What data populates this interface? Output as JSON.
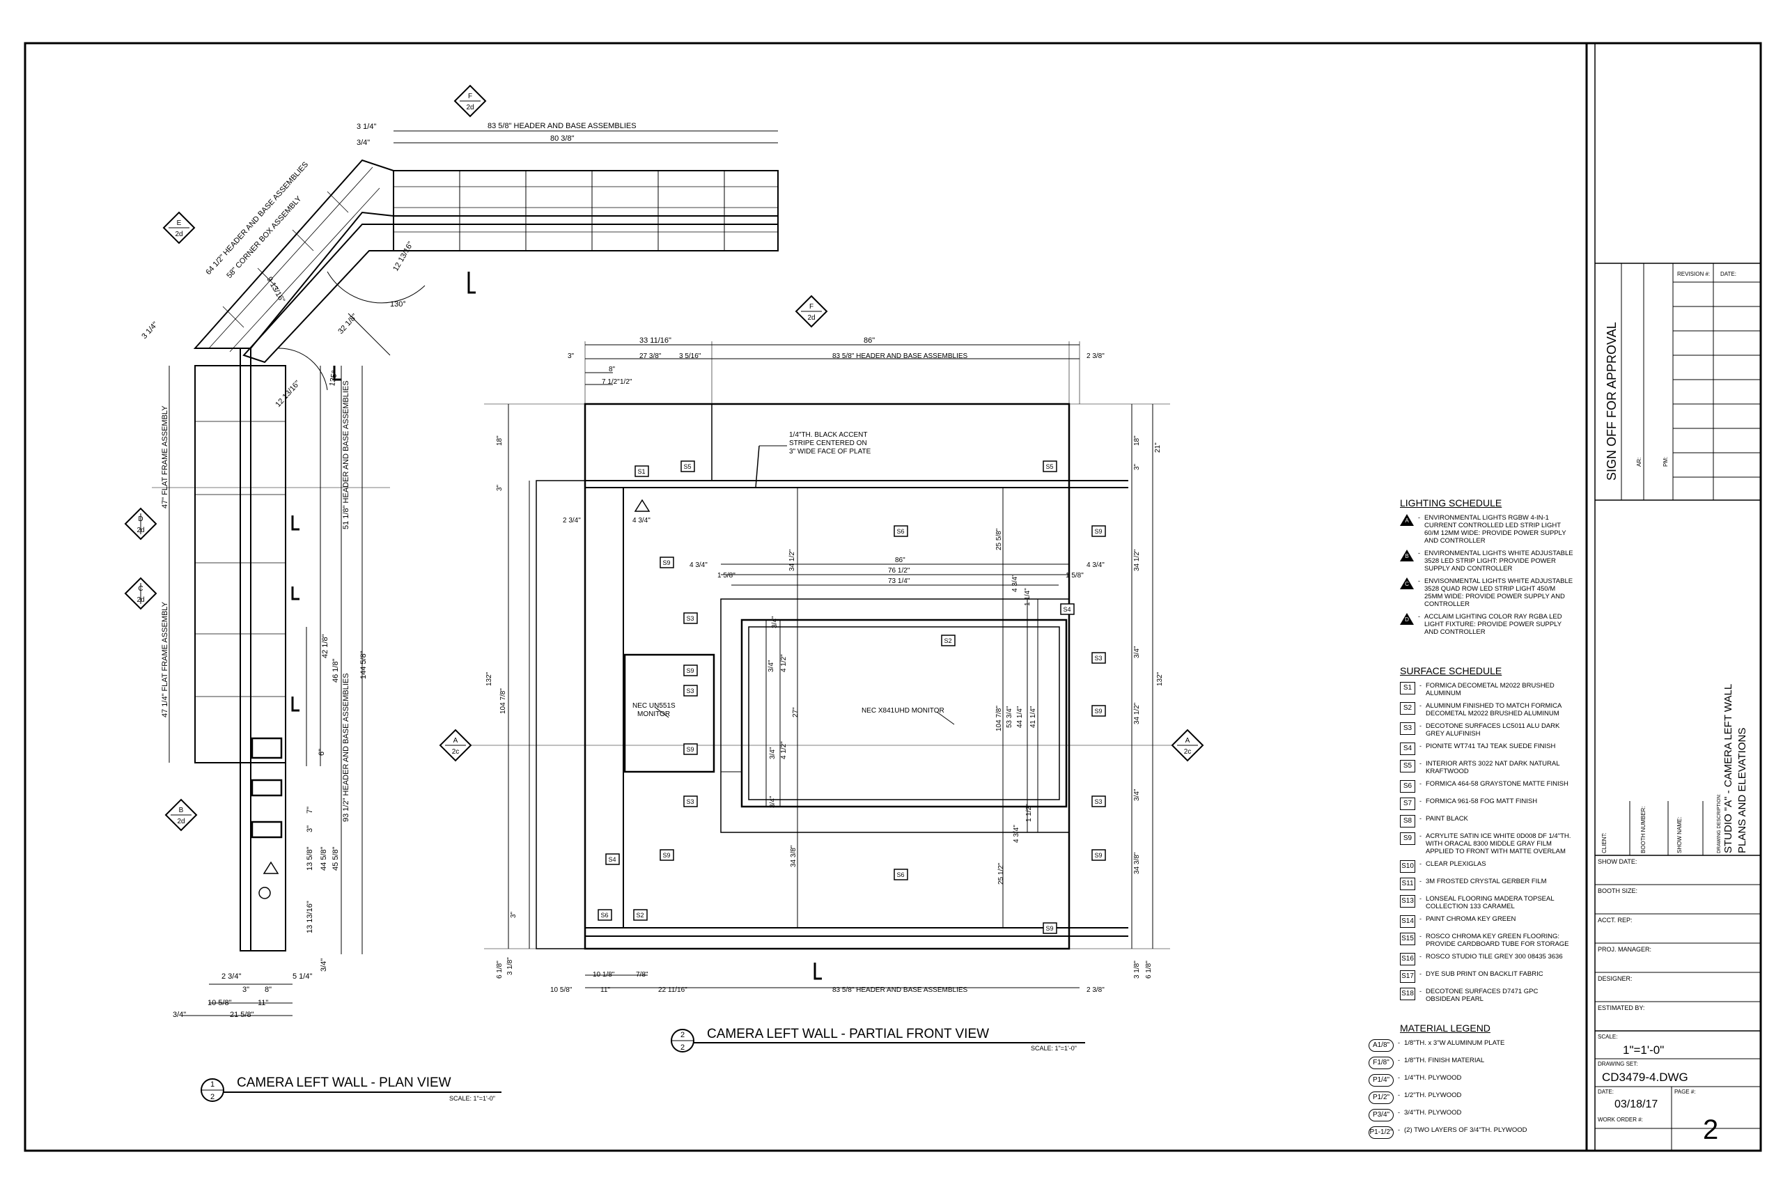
{
  "plan_view": {
    "number": "1",
    "sheet": "2",
    "title": "CAMERA LEFT WALL - PLAN VIEW",
    "scale": "SCALE: 1\"=1'-0\"",
    "section_markers": [
      {
        "letter": "F",
        "sheet": "2d"
      },
      {
        "letter": "E",
        "sheet": "2d"
      },
      {
        "letter": "D",
        "sheet": "2d"
      },
      {
        "letter": "C",
        "sheet": "2d"
      },
      {
        "letter": "B",
        "sheet": "2d"
      }
    ],
    "dimensions": {
      "top1": "83 5/8\" HEADER AND BASE ASSEMBLIES",
      "top2": "80 3/8\"",
      "d_314_a": "3 1/4\"",
      "d_34_a": "3/4\"",
      "diag1": "64 1/2\" HEADER AND BASE ASSEMBLIES",
      "diag2": "58\" CORNER BOX ASSEMBLY",
      "d_314_b": "3 1/4\"",
      "a1": "12 13/16\"",
      "a2": "130°",
      "a3": "9 13/16\"",
      "a4": "32 1/8\"",
      "a5": "12 13/16\"",
      "a6": "135°",
      "left1": "47\" FLAT FRAME ASSEMBLY",
      "left2": "47 1/4\" FLAT FRAME ASSEMBLY",
      "right1": "51 1/8\" HEADER AND BASE ASSEMBLIES",
      "right2": "93 1/2\" HEADER AND BASE ASSEMBLIES",
      "r_421": "42 1/8\"",
      "r_461": "46 1/8\"",
      "r_1445": "144 5/8\"",
      "r_6": "6\"",
      "r_7": "7\"",
      "r_3": "3\"",
      "r_1358": "13 5/8\"",
      "r_4458": "44 5/8\"",
      "r_4558": "45 5/8\"",
      "r_131316": "13 13/16\"",
      "r_34": "3/4\"",
      "b_234": "2 3/4\"",
      "b_514": "5 1/4\"",
      "b_3": "3\"",
      "b_8": "8\"",
      "b_1058": "10 5/8\"",
      "b_11": "11\"",
      "b_34": "3/4\"",
      "b_2158": "21 5/8\""
    }
  },
  "front_view": {
    "number": "2",
    "sheet": "2",
    "title": "CAMERA LEFT WALL - PARTIAL FRONT VIEW",
    "scale": "SCALE: 1\"=1'-0\"",
    "marker_top": {
      "letter": "F",
      "sheet": "2d"
    },
    "marker_left": {
      "letter": "A",
      "sheet": "2c"
    },
    "marker_right": {
      "letter": "A",
      "sheet": "2c"
    },
    "note_accent": [
      "1/4\"TH. BLACK ACCENT",
      "STRIPE CENTERED ON",
      "3\" WIDE FACE OF PLATE"
    ],
    "monitor_small": [
      "NEC UN551S",
      "MONITOR"
    ],
    "monitor_large": "NEC X841UHD MONITOR",
    "dimensions": {
      "t_3311": "33 11/16\"",
      "t_86": "86\"",
      "t_3": "3\"",
      "t_2738": "27 3/8\"",
      "t_3516": "3 5/16\"",
      "t_header": "83 5/8\" HEADER AND BASE ASSEMBLIES",
      "t_238": "2 3/8\"",
      "t_8": "8\"",
      "t_712": "7 1/2\"",
      "t_12": "1/2\"",
      "l_18": "18\"",
      "l_3": "3\"",
      "l_234": "2 3/4\"",
      "l_434": "4 3/4\"",
      "l_132": "132\"",
      "l_10478": "104 7/8\"",
      "l_3b": "3\"",
      "l_618": "6 1/8\"",
      "l_318": "3 1/8\"",
      "c_434a": "4 3/4\"",
      "c_86": "86\"",
      "c_7612": "76 1/2\"",
      "c_7314": "73 1/4\"",
      "c_158a": "1 5/8\"",
      "c_158b": "1 5/8\"",
      "c_434b": "4 3/4\"",
      "c_3412": "34 1/2\"",
      "c_2558": "25 5/8\"",
      "c_434c": "4 3/4\"",
      "c_114": "1 1/4\"",
      "c_34a": "3/4\"",
      "c_34b": "3/4\"",
      "c_412": "4 1/2\"",
      "c_27": "27\"",
      "c_412b": "4 1/2\"",
      "c_34c": "3/4\"",
      "c_34d": "3/4\"",
      "c_3438": "34 3/8\"",
      "c_10478": "104 7/8\"",
      "c_5334": "53 3/4\"",
      "c_4414": "44 1/4\"",
      "c_4114": "41 1/4\"",
      "c_112": "1 1/2\"",
      "c_434d": "4 3/4\"",
      "c_2512": "25 1/2\"",
      "r_18": "18\"",
      "r_21": "21\"",
      "r_3": "3\"",
      "r_3412a": "34 1/2\"",
      "r_34a": "3/4\"",
      "r_132": "132\"",
      "r_3412b": "34 1/2\"",
      "r_34b": "3/4\"",
      "r_3438": "34 3/8\"",
      "r_318": "3 1/8\"",
      "r_618": "6 1/8\"",
      "b_1058": "10 5/8\"",
      "b_11": "11\"",
      "b_1018": "10 1/8\"",
      "b_78": "7/8\"",
      "b_221116": "22 11/16\"",
      "b_header": "83 5/8\" HEADER AND BASE ASSEMBLIES",
      "b_238": "2 3/8\""
    },
    "tags": {
      "s1": "S1",
      "s5a": "S5",
      "s5b": "S5",
      "s6a": "S6",
      "s9a": "S9",
      "s9b": "S9",
      "s3a": "S3",
      "s9c": "S9",
      "s3b": "S3",
      "s2a": "S2",
      "s4a": "S4",
      "s3c": "S3",
      "s9d": "S9",
      "s3d": "S3",
      "s9e": "S9",
      "s3e": "S3",
      "s4b": "S4",
      "s9f": "S9",
      "s6b": "S6",
      "s9g": "S9",
      "s9h": "S9",
      "s6c": "S6",
      "s2b": "S2"
    }
  },
  "lighting_schedule": {
    "title": "LIGHTING SCHEDULE",
    "items": [
      {
        "key": "A",
        "text": "ENVIRONMENTAL LIGHTS RGBW 4-IN-1 CURRENT CONTROLLED LED STRIP LIGHT 60/M 12MM WIDE: PROVIDE POWER SUPPLY AND CONTROLLER"
      },
      {
        "key": "B",
        "text": "ENVIRONMENTAL LIGHTS WHITE ADJUSTABLE 3528 LED STRIP LIGHT: PROVIDE POWER SUPPLY AND CONTROLLER"
      },
      {
        "key": "C",
        "text": "ENVISONMENTAL LIGHTS WHITE ADJUSTABLE 3528 QUAD ROW LED STRIP LIGHT 450/M 25MM WIDE: PROVIDE POWER SUPPLY AND CONTROLLER"
      },
      {
        "key": "D",
        "text": "ACCLAIM LIGHTING COLOR RAY RGBA LED LIGHT FIXTURE: PROVIDE POWER SUPPLY AND CONTROLLER"
      }
    ]
  },
  "surface_schedule": {
    "title": "SURFACE SCHEDULE",
    "items": [
      {
        "key": "S1",
        "text": "FORMICA DECOMETAL M2022 BRUSHED ALUMINUM"
      },
      {
        "key": "S2",
        "text": "ALUMINUM FINISHED TO MATCH FORMICA DECOMETAL M2022 BRUSHED ALUMINUM"
      },
      {
        "key": "S3",
        "text": "DECOTONE SURFACES LC5011 ALU DARK GREY ALUFINISH"
      },
      {
        "key": "S4",
        "text": "PIONITE WT741 TAJ TEAK SUEDE FINISH"
      },
      {
        "key": "S5",
        "text": "INTERIOR ARTS 3022 NAT DARK NATURAL KRAFTWOOD"
      },
      {
        "key": "S6",
        "text": "FORMICA 464-58 GRAYSTONE MATTE FINISH"
      },
      {
        "key": "S7",
        "text": "FORMICA 961-58 FOG MATT FINISH"
      },
      {
        "key": "S8",
        "text": "PAINT BLACK"
      },
      {
        "key": "S9",
        "text": "ACRYLITE SATIN ICE WHITE 0D008 DF 1/4\"TH. WITH ORACAL 8300 MIDDLE GRAY FILM APPLIED TO FRONT WITH MATTE OVERLAM"
      },
      {
        "key": "S10",
        "text": "CLEAR PLEXIGLAS"
      },
      {
        "key": "S11",
        "text": "3M FROSTED CRYSTAL GERBER FILM"
      },
      {
        "key": "S13",
        "text": "LONSEAL FLOORING MADERA TOPSEAL COLLECTION 133 CARAMEL"
      },
      {
        "key": "S14",
        "text": "PAINT CHROMA KEY GREEN"
      },
      {
        "key": "S15",
        "text": "ROSCO CHROMA KEY GREEN FLOORING: PROVIDE CARDBOARD TUBE FOR STORAGE"
      },
      {
        "key": "S16",
        "text": "ROSCO STUDIO TILE GREY 300 08435 3636"
      },
      {
        "key": "S17",
        "text": "DYE SUB PRINT ON BACKLIT FABRIC"
      },
      {
        "key": "S18",
        "text": "DECOTONE SURFACES D7471 GPC OBSIDEAN PEARL"
      }
    ]
  },
  "material_legend": {
    "title": "MATERIAL LEGEND",
    "items": [
      {
        "key": "A1/8\"",
        "text": "1/8\"TH. x 3\"W ALUMINUM PLATE"
      },
      {
        "key": "F1/8\"",
        "text": "1/8\"TH. FINISH MATERIAL"
      },
      {
        "key": "P1/4\"",
        "text": "1/4\"TH. PLYWOOD"
      },
      {
        "key": "P1/2\"",
        "text": "1/2\"TH. PLYWOOD"
      },
      {
        "key": "P3/4\"",
        "text": "3/4\"TH. PLYWOOD"
      },
      {
        "key": "P1-1/2\"",
        "text": "(2) TWO LAYERS OF 3/4\"TH. PLYWOOD"
      }
    ]
  },
  "title_block": {
    "signoff": "SIGN OFF FOR APPROVAL",
    "ar": "AR:",
    "pm": "PM:",
    "revision": "REVISION #:",
    "date_col": "DATE:",
    "client": "CLIENT:",
    "booth_number": "BOOTH NUMBER:",
    "show_name": "SHOW NAME:",
    "drawing_description_label": "DRAWING DESCRIPTION:",
    "drawing_description": "STUDIO \"A\" - CAMERA LEFT WALL",
    "drawing_description2": "PLANS AND ELEVATIONS",
    "show_date": "SHOW DATE:",
    "booth_size": "BOOTH SIZE:",
    "acct_rep": "ACCT. REP:",
    "proj_manager": "PROJ. MANAGER:",
    "designer": "DESIGNER:",
    "estimated_by": "ESTIMATED BY:",
    "scale_label": "SCALE:",
    "scale_value": "1\"=1'-0\"",
    "drawing_set_label": "DRAWING SET:",
    "drawing_set_value": "CD3479-4.DWG",
    "date_label": "DATE:",
    "date_value": "03/18/17",
    "page_label": "PAGE #:",
    "page_value": "2",
    "work_order": "WORK ORDER #:"
  }
}
